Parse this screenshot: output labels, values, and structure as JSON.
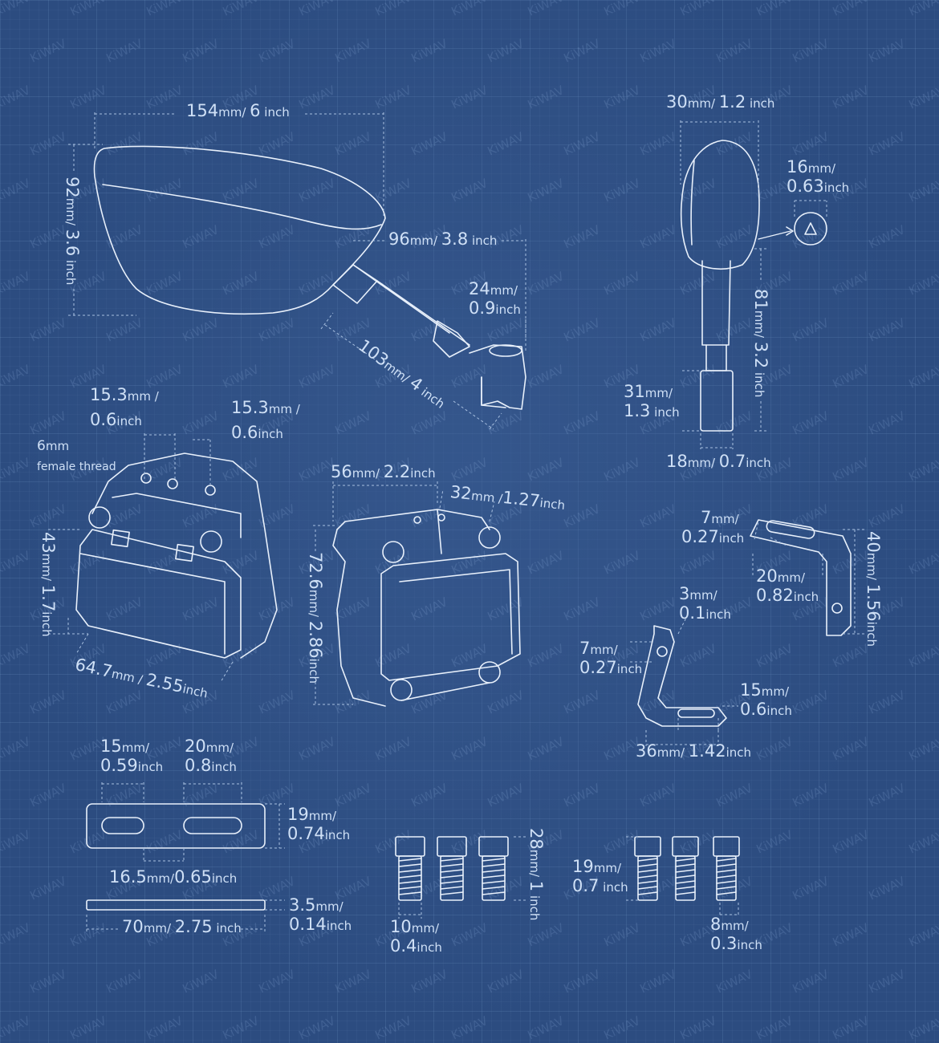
{
  "watermark": "KiWAV",
  "colors": {
    "background": "#2c4c80",
    "line": "#e8f0fb",
    "text": "#cfe0f6"
  },
  "dimensions": {
    "mirror_width": {
      "value": "154",
      "unit": "mm",
      "sep": "/ ",
      "alt": "6",
      "alt_unit": " inch"
    },
    "mirror_height": {
      "value": "92",
      "unit": "mm",
      "sep": "/ ",
      "alt": "3.6",
      "alt_unit": " inch"
    },
    "stem_width": {
      "value": "96",
      "unit": "mm",
      "sep": "/ ",
      "alt": "3.8",
      "alt_unit": " inch"
    },
    "stem_offset": {
      "value": "24",
      "unit": "mm",
      "sep": "/",
      "alt": "0.9",
      "alt_unit": "inch"
    },
    "stem_length": {
      "value": "103",
      "unit": "mm",
      "sep": "/ ",
      "alt": "4",
      "alt_unit": " inch"
    },
    "side_width": {
      "value": "30",
      "unit": "mm",
      "sep": "/ ",
      "alt": "1.2",
      "alt_unit": " inch"
    },
    "side_depth": {
      "value": "16",
      "unit": "mm",
      "sep": "/",
      "alt": "0.63",
      "alt_unit": "inch"
    },
    "side_height": {
      "value": "81",
      "unit": "mm",
      "sep": "/ ",
      "alt": "3.2",
      "alt_unit": " inch"
    },
    "side_base_h": {
      "value": "31",
      "unit": "mm",
      "sep": "/",
      "alt": "1.3",
      "alt_unit": " inch"
    },
    "side_base_w": {
      "value": "18",
      "unit": "mm",
      "sep": "/ ",
      "alt": "0.7",
      "alt_unit": "inch"
    },
    "clamp_hole_a": {
      "value": "15.3",
      "unit": "mm",
      "sep": " /",
      "alt": "0.6",
      "alt_unit": "inch"
    },
    "clamp_hole_b": {
      "value": "15.3",
      "unit": "mm",
      "sep": " /",
      "alt": "0.6",
      "alt_unit": "inch"
    },
    "clamp_height": {
      "value": "43",
      "unit": "mm",
      "sep": "/ ",
      "alt": "1.7",
      "alt_unit": "inch"
    },
    "clamp_width": {
      "value": "64.7",
      "unit": "mm",
      "sep": " / ",
      "alt": "2.55",
      "alt_unit": "inch"
    },
    "clamp2_width": {
      "value": "56",
      "unit": "mm",
      "sep": "/ ",
      "alt": "2.2",
      "alt_unit": "inch"
    },
    "clamp2_depth": {
      "value": "32",
      "unit": "mm",
      "sep": " /",
      "alt": "1.27",
      "alt_unit": "inch"
    },
    "clamp2_height": {
      "value": "72.6",
      "unit": "mm",
      "sep": "/ ",
      "alt": "2.86",
      "alt_unit": "inch"
    },
    "bracket_slot": {
      "value": "7",
      "unit": "mm",
      "sep": "/",
      "alt": "0.27",
      "alt_unit": "inch"
    },
    "bracket_len": {
      "value": "20",
      "unit": "mm",
      "sep": "/",
      "alt": "0.82",
      "alt_unit": "inch"
    },
    "bracket_height": {
      "value": "40",
      "unit": "mm",
      "sep": "/ ",
      "alt": "1.56",
      "alt_unit": "inch"
    },
    "l_thick": {
      "value": "3",
      "unit": "mm",
      "sep": "/",
      "alt": "0.1",
      "alt_unit": "inch"
    },
    "l_hole": {
      "value": "7",
      "unit": "mm",
      "sep": "/",
      "alt": "0.27",
      "alt_unit": "inch"
    },
    "l_slot": {
      "value": "15",
      "unit": "mm",
      "sep": "/",
      "alt": "0.6",
      "alt_unit": "inch"
    },
    "l_width": {
      "value": "36",
      "unit": "mm",
      "sep": "/ ",
      "alt": "1.42",
      "alt_unit": "inch"
    },
    "plate_slot1": {
      "value": "15",
      "unit": "mm",
      "sep": "/",
      "alt": "0.59",
      "alt_unit": "inch"
    },
    "plate_slot2": {
      "value": "20",
      "unit": "mm",
      "sep": "/",
      "alt": "0.8",
      "alt_unit": "inch"
    },
    "plate_height": {
      "value": "19",
      "unit": "mm",
      "sep": "/",
      "alt": "0.74",
      "alt_unit": "inch"
    },
    "plate_gap": {
      "value": "16.5",
      "unit": "mm",
      "sep": "/",
      "alt": "0.65",
      "alt_unit": "inch"
    },
    "plate_thick": {
      "value": "3.5",
      "unit": "mm",
      "sep": "/",
      "alt": "0.14",
      "alt_unit": "inch"
    },
    "plate_len": {
      "value": "70",
      "unit": "mm",
      "sep": "/ ",
      "alt": "2.75",
      "alt_unit": " inch"
    },
    "bolt_len_a": {
      "value": "28",
      "unit": "mm",
      "sep": "/ ",
      "alt": "1",
      "alt_unit": " inch"
    },
    "bolt_dia_a": {
      "value": "10",
      "unit": "mm",
      "sep": "/",
      "alt": "0.4",
      "alt_unit": "inch"
    },
    "bolt_len_b": {
      "value": "19",
      "unit": "mm",
      "sep": "/",
      "alt": "0.7",
      "alt_unit": " inch"
    },
    "bolt_dia_b": {
      "value": "8",
      "unit": "mm",
      "sep": "/",
      "alt": "0.3",
      "alt_unit": "inch"
    }
  },
  "thread_note": {
    "value": "6",
    "unit": "mm",
    "text": "female thread"
  }
}
